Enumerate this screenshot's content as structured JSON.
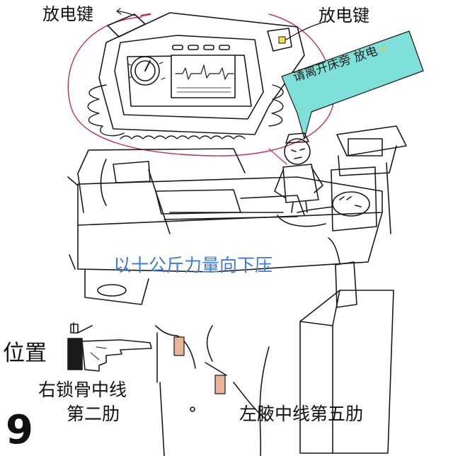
{
  "labels": {
    "discharge_key_left": "放电键",
    "discharge_key_right": "放电键",
    "speech_bubble": "请离开床旁  放电",
    "bolt_icon": "lightning-icon",
    "press_force": "以十公斤力量向下压",
    "position": "位置",
    "right_clavicle_line": "右锁骨中线",
    "second_rib": "第二肋",
    "left_axillary": "左腋中线第五肋",
    "step_number": "9"
  },
  "colors": {
    "ink": "#1a1a1a",
    "magnify_circle": "#c22a5a",
    "bubble_fill": "#7ee0d8",
    "press_text": "#3d79e0",
    "pad": "#e8b49a",
    "monitor_screen": "#ffffff"
  }
}
